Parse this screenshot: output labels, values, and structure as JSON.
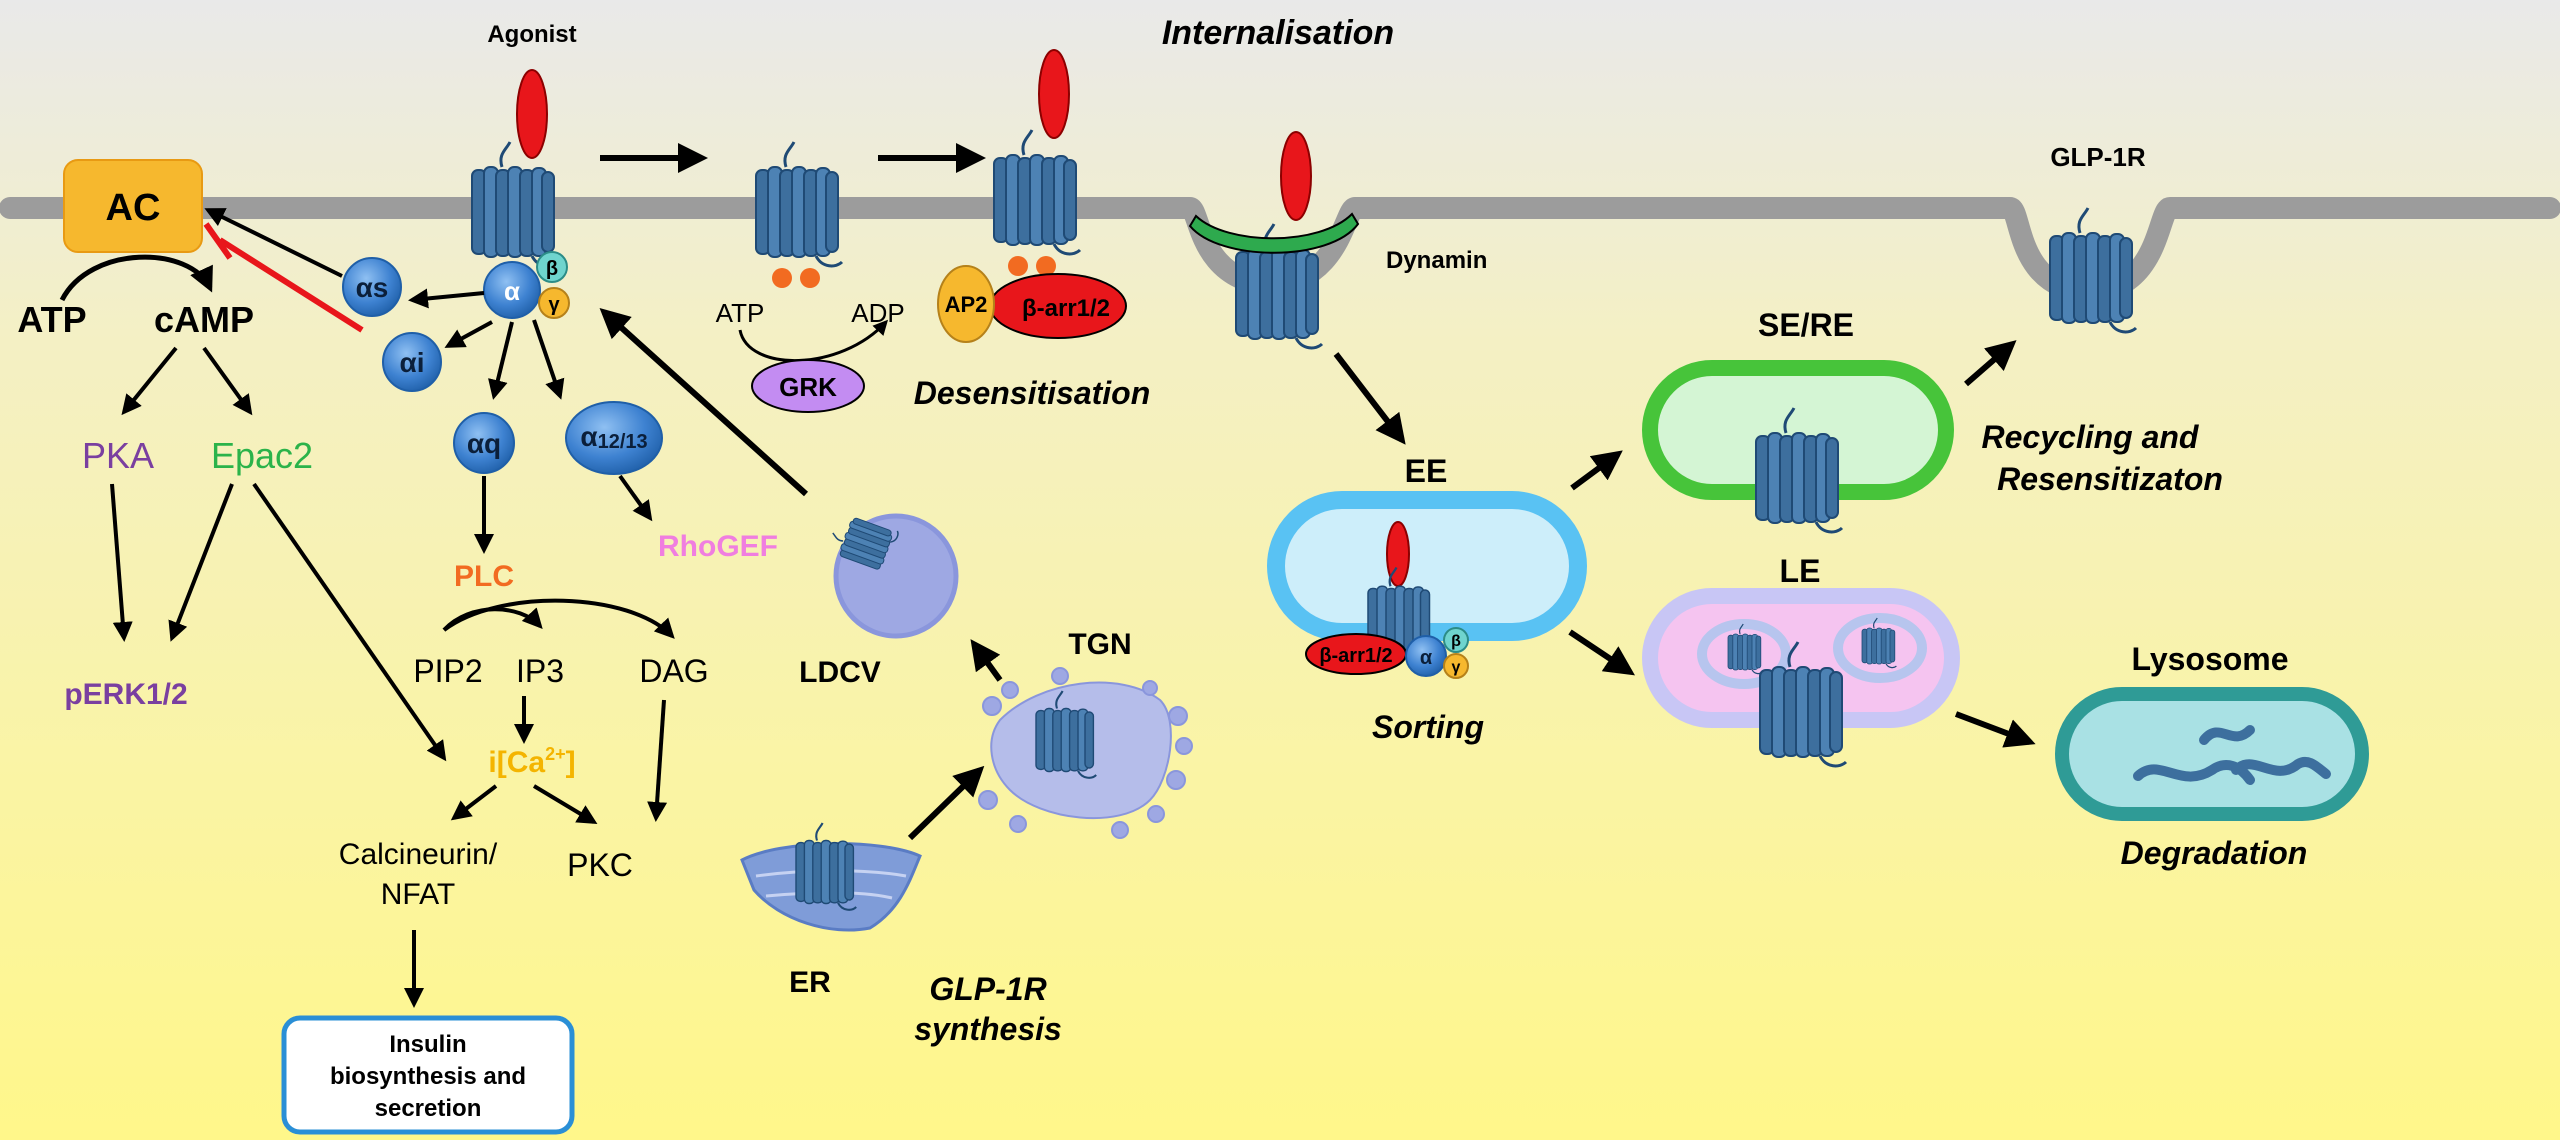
{
  "colors": {
    "bg_top": "#e9e9e9",
    "bg_bottom": "#fff78a",
    "membrane": "#9c9c9c",
    "receptor": "#3d6f9e",
    "receptor_dark": "#1f4a75",
    "agonist": "#e8161b",
    "g_blue": "#3e82d1",
    "ac_orange": "#f6b82e",
    "pka_purple": "#7a3fa0",
    "epac_green": "#2bb34a",
    "plc_orange": "#f26b21",
    "rhogef_pink": "#f07ee0",
    "ca_yellow": "#f4b400",
    "grk_purple": "#c38cf2",
    "arr_red": "#e8161b",
    "ee_blue": "#59c2f3",
    "ser_green": "#47c43a",
    "le_lavender": "#c8c6f5",
    "lyso_teal": "#2f9b96",
    "dynamin_green": "#2eaa4e",
    "phosphate_orange": "#f26b21",
    "ldcv_purple": "#9ea8e3"
  },
  "labels": {
    "agonist": "Agonist",
    "internalisation": "Internalisation",
    "ac": "AC",
    "atp": "ATP",
    "camp": "cAMP",
    "alpha_s": "αs",
    "alpha_i": "αi",
    "alpha": "α",
    "beta": "β",
    "gamma": "γ",
    "alpha_q": "αq",
    "alpha_1213_main": "α",
    "alpha_1213_sub": "12/13",
    "pka": "PKA",
    "epac2": "Epac2",
    "perk": "pERK1/2",
    "plc": "PLC",
    "rhogef": "RhoGEF",
    "pip2": "PIP2",
    "ip3": "IP3",
    "dag": "DAG",
    "ca_prefix": "i[Ca",
    "ca_sup": "2+",
    "ca_suffix": "]",
    "calcineurin_1": "Calcineurin/",
    "calcineurin_2": "NFAT",
    "pkc": "PKC",
    "insulin_1": "Insulin",
    "insulin_2": "biosynthesis and",
    "insulin_3": "secretion",
    "grk_atp": "ATP",
    "grk_adp": "ADP",
    "grk": "GRK",
    "ap2": "AP2",
    "arr": "β-arr1/2",
    "arr_small": "β-arr1/2",
    "desensitisation": "Desensitisation",
    "dynamin": "Dynamin",
    "glp1r": "GLP-1R",
    "ee": "EE",
    "sere": "SE/RE",
    "recycling_1": "Recycling and",
    "recycling_2": "Resensitizaton",
    "le": "LE",
    "sorting": "Sorting",
    "lysosome": "Lysosome",
    "degradation": "Degradation",
    "ldcv": "LDCV",
    "tgn": "TGN",
    "er": "ER",
    "synthesis_1": "GLP-1R",
    "synthesis_2": "synthesis"
  }
}
